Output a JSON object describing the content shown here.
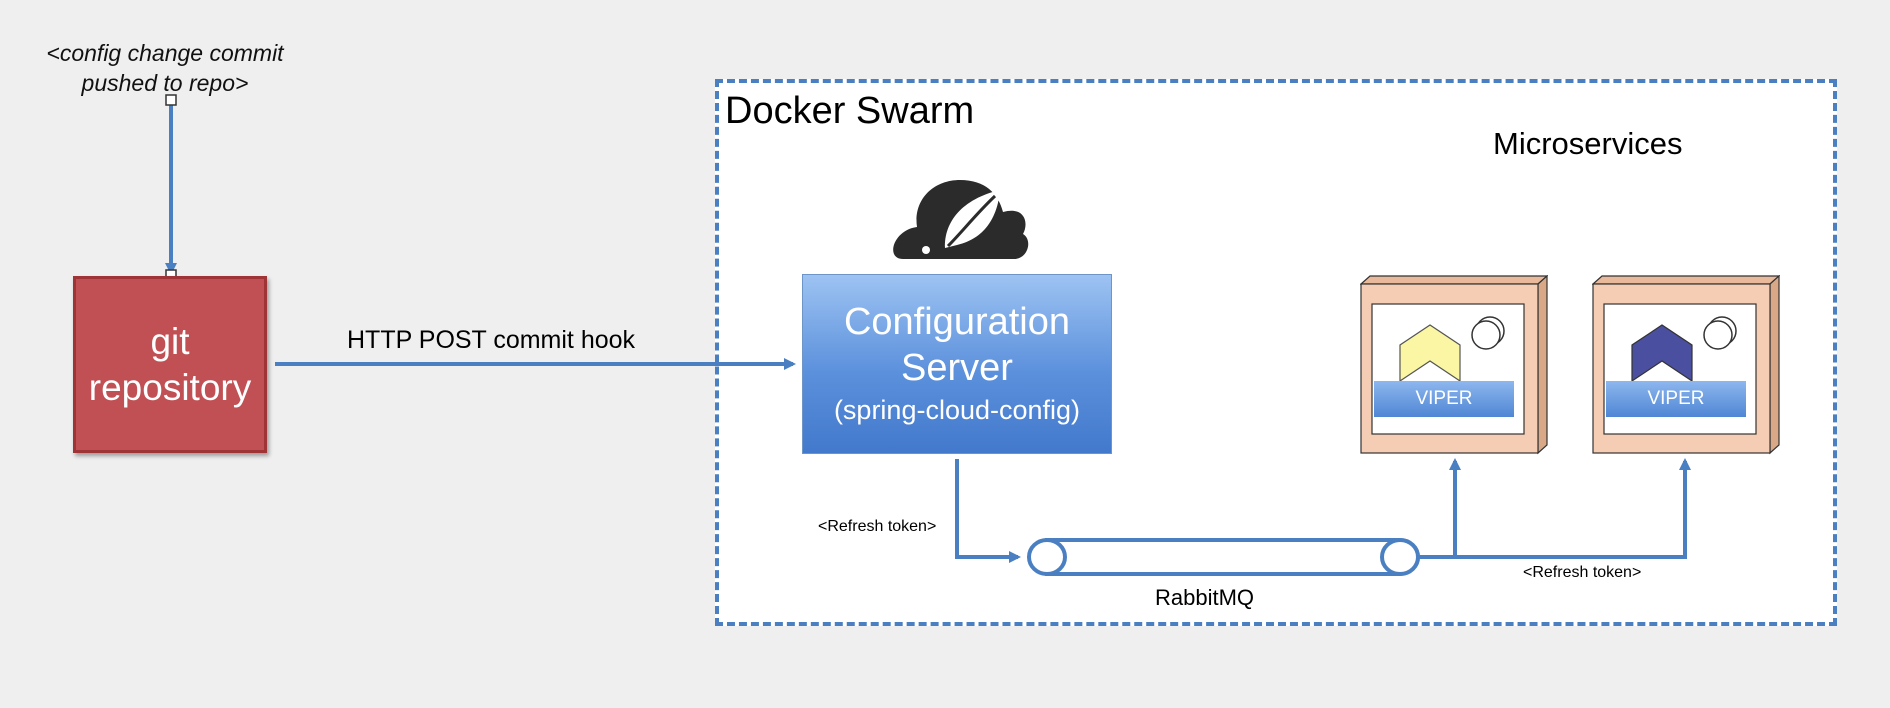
{
  "commit_note": {
    "line1": "<config change commit",
    "line2": "pushed to repo>"
  },
  "git": {
    "line1": "git",
    "line2": "repository"
  },
  "hook_label": "HTTP POST commit hook",
  "swarm_title": "Docker Swarm",
  "microservices_title": "Microservices",
  "config_server": {
    "line1": "Configuration",
    "line2": "Server",
    "line3": "(spring-cloud-config)"
  },
  "refresh_token_left": "<Refresh token>",
  "refresh_token_right": "<Refresh token>",
  "rabbitmq_label": "RabbitMQ",
  "services": [
    {
      "label": "VIPER",
      "icon_color": "#fbf6a4"
    },
    {
      "label": "VIPER",
      "icon_color": "#4a4fa0"
    }
  ],
  "colors": {
    "arrow": "#4a7fc1",
    "git_fill": "#c05054",
    "config_fill": "#5b90dc",
    "node_fill": "#f4cdb4"
  },
  "icons": {
    "spring_logo": "spring-cloud-logo-icon",
    "rabbitmq": "pipe-icon",
    "node": "3d-node-icon"
  }
}
